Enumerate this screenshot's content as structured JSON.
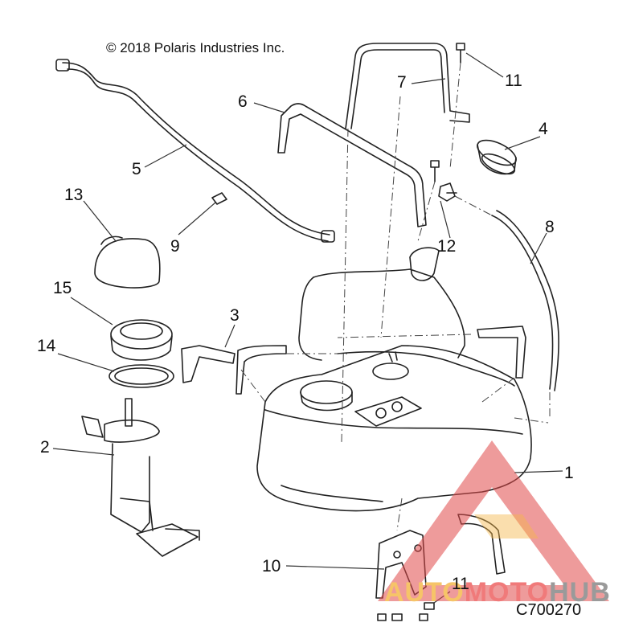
{
  "copyright": "© 2018 Polaris Industries Inc.",
  "drawing_code": "C700270",
  "watermark": {
    "part1": "AUTO",
    "part2": "MOTO",
    "part3": "HUB"
  },
  "callouts": [
    "1",
    "2",
    "3",
    "4",
    "5",
    "6",
    "7",
    "8",
    "9",
    "10",
    "11",
    "11",
    "12",
    "13",
    "14",
    "15"
  ],
  "colors": {
    "line": "#222222",
    "leader": "#333333",
    "watermark_red": "#e04848",
    "watermark_gold": "#f3b64a",
    "watermark_grey": "#9a9a9a"
  }
}
